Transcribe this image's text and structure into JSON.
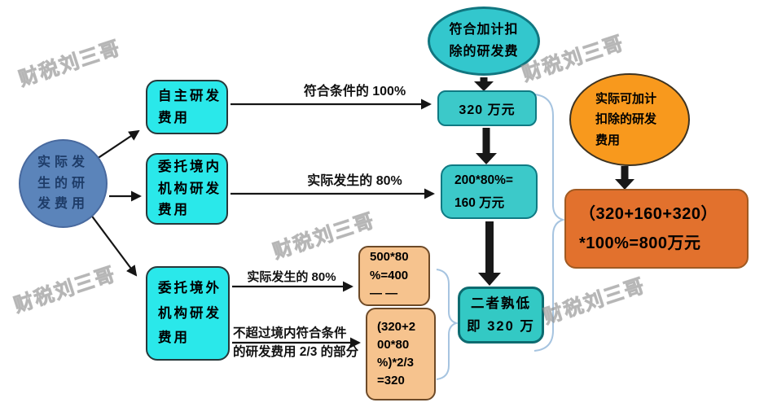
{
  "watermark": {
    "text": "财税刘三哥"
  },
  "colors": {
    "source_circle_fill": "#5b84ba",
    "category_box_fill": "#2ae8ea",
    "amount_box_fill": "#3cc9c9",
    "calc_box_fill": "#f6c38e",
    "actual_ellipse_fill": "#f8991d",
    "final_box_fill": "#e2712d",
    "arrow_color": "#151515",
    "brace_color": "#a6c4e0"
  },
  "nodes": {
    "source": {
      "label": "实际发\n生的研\n发费用"
    },
    "self_rd": {
      "label": "自主研发\n费用"
    },
    "domestic_rd": {
      "label": "委托境内\n机构研发\n费用"
    },
    "overseas_rd": {
      "label": "委托境外\n机构研发\n费用"
    },
    "qualified": {
      "label": "符合加计扣\n除的研发费"
    },
    "amount320": {
      "label": "320 万元"
    },
    "amount160": {
      "label": "200*80%=\n160 万元"
    },
    "lower": {
      "label": "二者孰低\n即 320 万"
    },
    "calc400": {
      "label": "500*80\n%=400\n— —"
    },
    "calc320": {
      "label": "(320+2\n00*80\n%)*2/3\n=320"
    },
    "actual": {
      "label": "实际可加计\n扣除的研发\n费用"
    },
    "final": {
      "label": "（320+160+320）\n*100%=800万元"
    }
  },
  "edges": {
    "qualified100": {
      "label": "符合条件的 100%"
    },
    "actual80_domestic": {
      "label": "实际发生的 80%"
    },
    "actual80_overseas": {
      "label": "实际发生的 80%"
    },
    "not_exceed": {
      "label": "不超过境内符合条件\n的研发费用 2/3 的部分"
    }
  }
}
